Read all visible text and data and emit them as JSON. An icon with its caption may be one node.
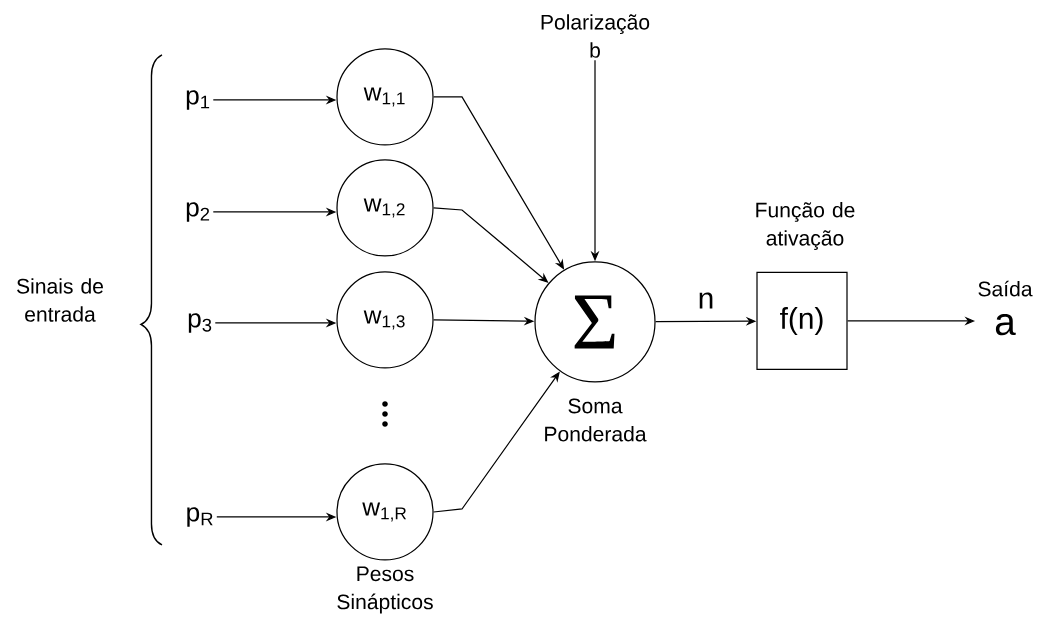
{
  "diagram": {
    "nodes": [
      {
        "text": [
          "p$_{1}$"
        ]
      },
      {
        "text": [
          "p$_{2}$"
        ]
      },
      {
        "text": [
          "p$_{3}$"
        ]
      },
      {
        "text": [
          "p$_{R}$"
        ]
      },
      {
        "text": [
          "w$_{1,1}$"
        ]
      },
      {
        "text": [
          "w$_{1,2}$"
        ]
      },
      {
        "text": [
          "w$_{1,3}$"
        ]
      },
      {
        "text": [
          "w$_{1,R}$"
        ]
      },
      {
        "text": [
          "Σ"
        ],
        "beside": [
          "Soma Ponderada"
        ]
      },
      {
        "text": [
          "Polarização",
          "b"
        ]
      },
      {
        "text": [
          "f(n)"
        ],
        "beside": [
          "Função de ativação"
        ]
      },
      {
        "text": [
          "Saída",
          "a"
        ]
      }
    ],
    "edges": [
      {
        "from": 0,
        "to": 4,
        "arrow": "to"
      },
      {
        "from": 1,
        "to": 5,
        "arrow": "to"
      },
      {
        "from": 2,
        "to": 6,
        "arrow": "to"
      },
      {
        "from": 3,
        "to": 7,
        "arrow": "to"
      },
      {
        "from": 4,
        "to": 8,
        "arrow": "to"
      },
      {
        "from": 5,
        "to": 8,
        "arrow": "to"
      },
      {
        "from": 6,
        "to": 8,
        "arrow": "to"
      },
      {
        "from": 7,
        "to": 8,
        "arrow": "to"
      },
      {
        "from": 9,
        "to": 8,
        "arrow": "to"
      },
      {
        "from": 8,
        "to": 10,
        "label": "n",
        "arrow": "to"
      },
      {
        "from": 10,
        "to": 11,
        "arrow": "to"
      }
    ],
    "labels": [
      "Sinais de entrada",
      "Pesos Sinápticos"
    ]
  }
}
